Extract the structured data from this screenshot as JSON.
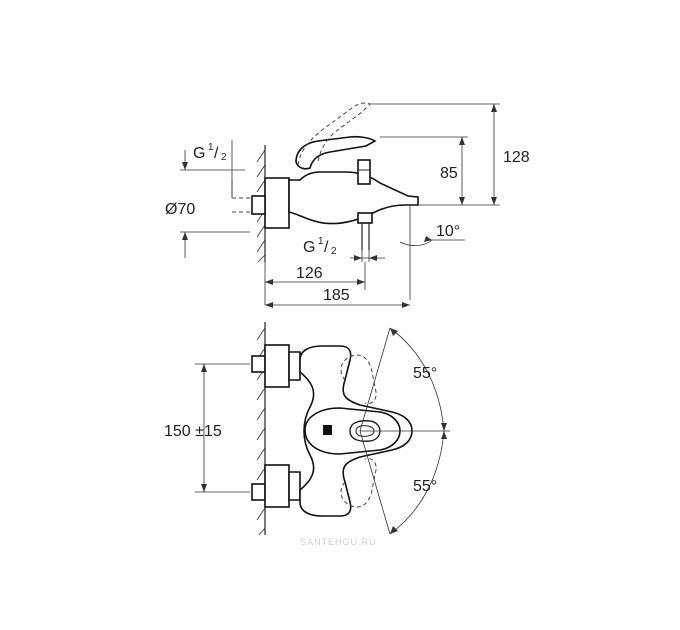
{
  "side_view": {
    "thread_top": {
      "prefix": "G",
      "num": "1",
      "den": "2"
    },
    "diameter": "Ø70",
    "thread_bottom": {
      "prefix": "G",
      "num": "1",
      "den": "2"
    },
    "height_128": "128",
    "height_85": "85",
    "angle_spout": "10°",
    "length_126": "126",
    "length_185": "185"
  },
  "top_view": {
    "spacing": "150 ±15",
    "angle_upper": "55°",
    "angle_lower": "55°"
  },
  "watermark": "SANTEHGU.RU"
}
